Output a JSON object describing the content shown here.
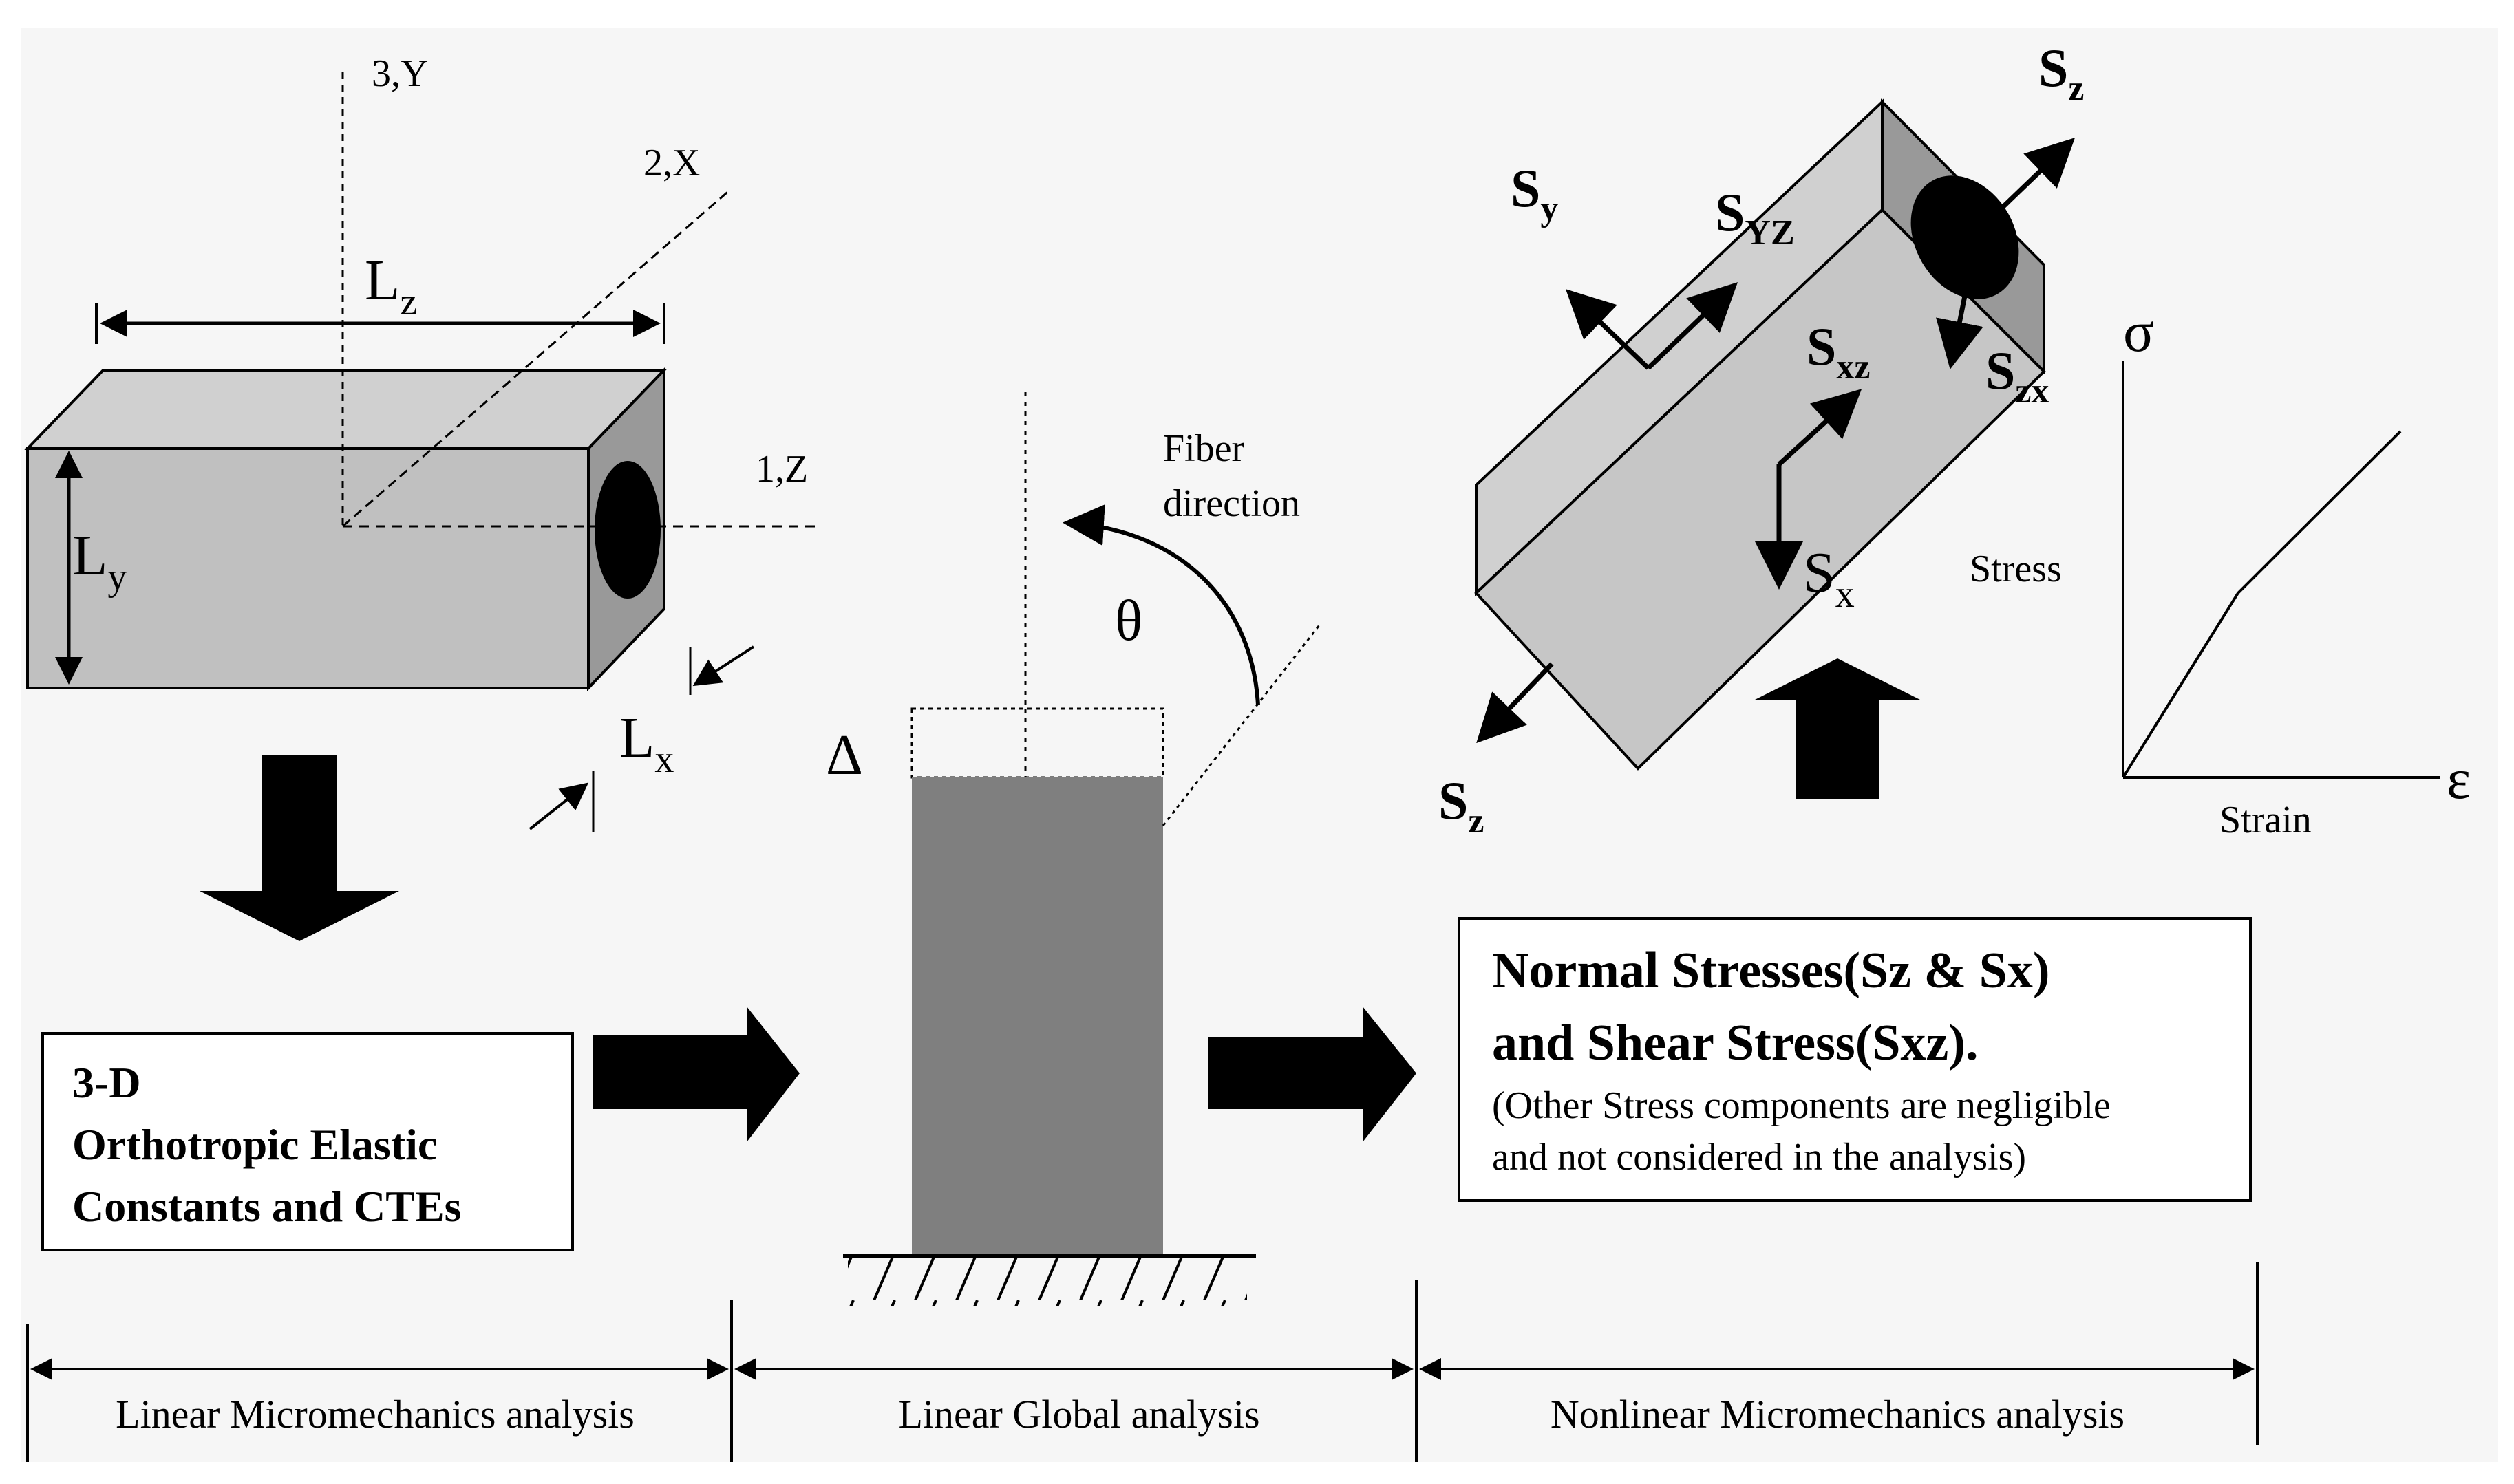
{
  "axes": {
    "axis_3": "3,Y",
    "axis_2": "2,X",
    "axis_1": "1,Z"
  },
  "block": {
    "lz_main": "L",
    "lz_sub": "z",
    "ly_main": "L",
    "ly_sub": "y",
    "lx_main": "L",
    "lx_sub": "x"
  },
  "column": {
    "delta": "Δ",
    "theta": "θ",
    "fiber_line1": "Fiber",
    "fiber_line2": "direction"
  },
  "stress_block": {
    "sz_top_main": "S",
    "sz_top_sub": "z",
    "sy_main": "S",
    "sy_sub": "y",
    "syz_main": "S",
    "syz_sub": "YZ",
    "sxz_main": "S",
    "sxz_sub": "xz",
    "szx_main": "S",
    "szx_sub": "zx",
    "sx_main": "S",
    "sx_sub": "x",
    "sz_bot_main": "S",
    "sz_bot_sub": "z"
  },
  "stress_strain": {
    "sigma": "σ",
    "epsilon": "ε",
    "ylabel": "Stress",
    "xlabel": "Strain"
  },
  "left_box": {
    "line1": "3-D",
    "line2": "Orthotropic Elastic",
    "line3": "Constants and CTEs"
  },
  "right_box": {
    "line1": "Normal Stresses(Sz & Sx)",
    "line2": "and Shear Stress(Sxz).",
    "line3": "(Other Stress components are negligible",
    "line4": "and not considered in the analysis)"
  },
  "footer": {
    "left": "Linear Micromechanics analysis",
    "middle": "Linear Global analysis",
    "right": "Nonlinear Micromechanics analysis"
  }
}
